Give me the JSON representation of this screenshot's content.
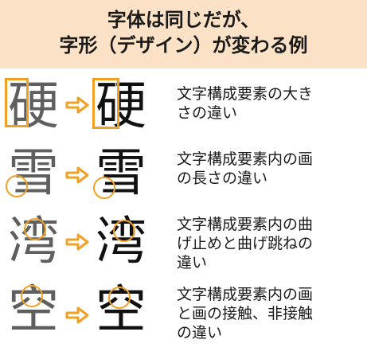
{
  "header": {
    "line1": "字体は同じだが、",
    "line2": "字形（デザイン）が変わる例"
  },
  "rows": [
    {
      "kanji_before": "硬",
      "kanji_after": "硬",
      "desc": [
        "文字構成要素の大き",
        "さの違い"
      ]
    },
    {
      "kanji_before": "雪",
      "kanji_after": "雪",
      "desc": [
        "文字構成要素内の画",
        "の長さの違い"
      ]
    },
    {
      "kanji_before": "湾",
      "kanji_after": "湾",
      "desc": [
        "文字構成要素内の曲",
        "げ止めと曲げ跳ねの",
        "違い"
      ]
    },
    {
      "kanji_before": "空",
      "kanji_after": "空",
      "desc": [
        "文字構成要素内の画",
        "と画の接触、非接触",
        "の違い"
      ]
    }
  ],
  "colors": {
    "header_bg": "#fbe1c5",
    "accent": "#f0a024"
  },
  "icons": {
    "arrow": "right-arrow-icon",
    "highlight": "highlight-circle-icon"
  }
}
